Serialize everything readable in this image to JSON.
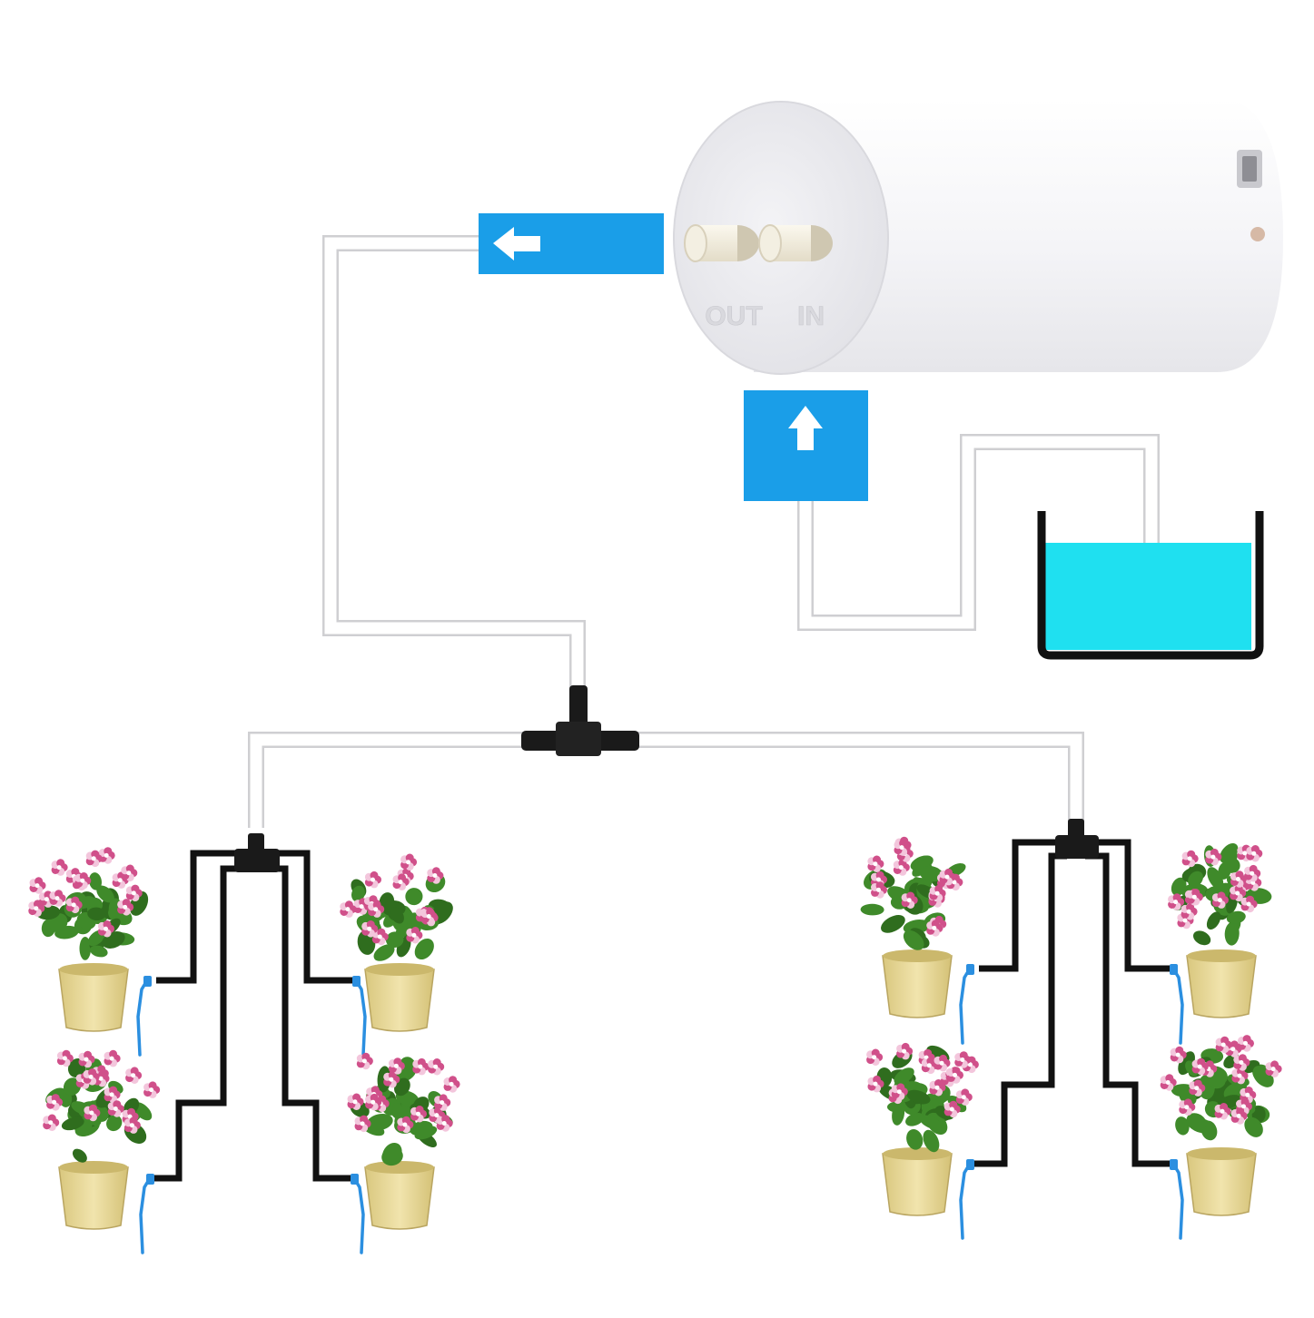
{
  "pump": {
    "outlet_label": "OUT",
    "inlet_label": "IN",
    "body_color": "#f2f2f5"
  },
  "arrows": {
    "out_arrow": {
      "icon": "arrow-left-icon",
      "color": "#1a9ee8"
    },
    "in_arrow": {
      "icon": "arrow-up-icon",
      "color": "#1a9ee8"
    }
  },
  "reservoir": {
    "water_color": "#1fe0f0",
    "icon": "water-container-icon"
  },
  "tubing": {
    "main_color": "#ffffff",
    "drip_color": "#111111",
    "connector_color": "#1a1a1a"
  },
  "plants": {
    "count": 8,
    "pot_color": "#e9d99a",
    "flower_color": "#d0508a",
    "leaf_color": "#3f8a2a",
    "dripper_color": "#2b8fe0"
  }
}
